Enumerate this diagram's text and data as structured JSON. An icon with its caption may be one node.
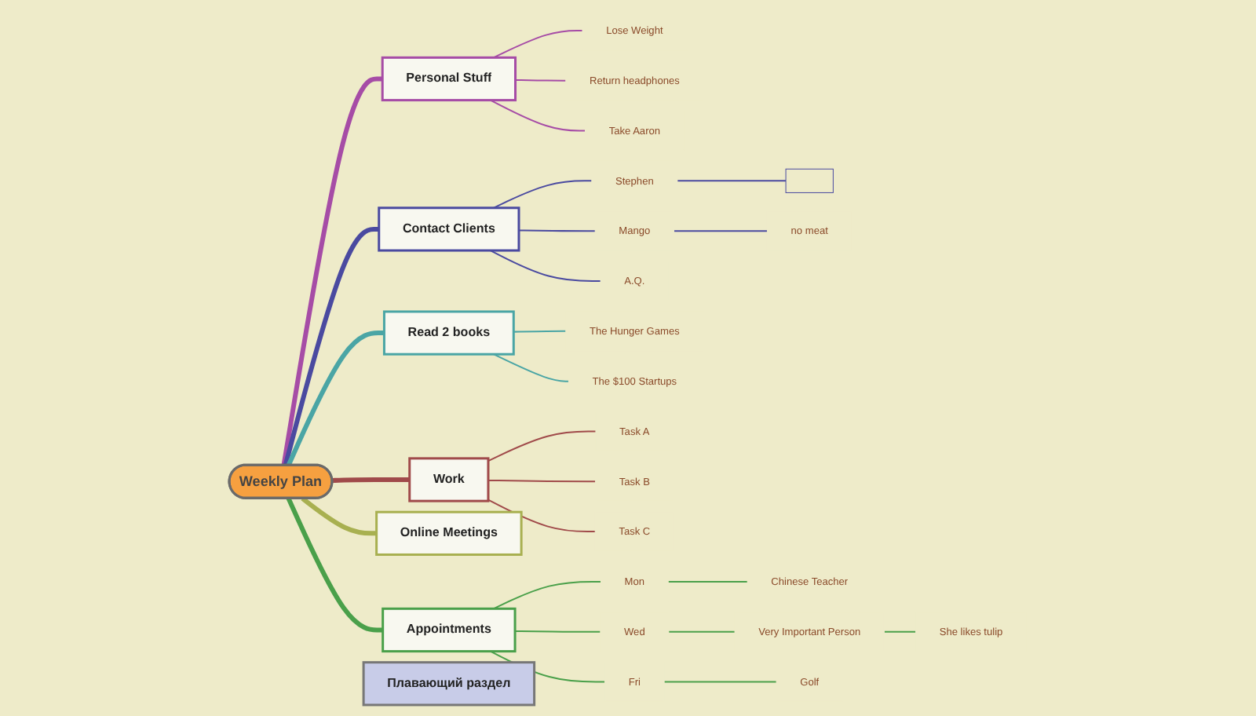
{
  "diagram": {
    "nodes": [
      {
        "text": [
          "Weekly Plan"
        ]
      },
      {
        "text": [
          "Personal Stuff"
        ]
      },
      {
        "text": [
          "Lose Weight"
        ]
      },
      {
        "text": [
          "Return headphones"
        ]
      },
      {
        "text": [
          "Take Aaron"
        ]
      },
      {
        "text": [
          "Contact Clients"
        ]
      },
      {
        "text": [
          "Stephen"
        ]
      },
      {
        "text": [],
        "shape": "box"
      },
      {
        "text": [
          "Mango"
        ]
      },
      {
        "text": [
          "no meat"
        ]
      },
      {
        "text": [
          "A.Q."
        ]
      },
      {
        "text": [
          "Read 2 books"
        ]
      },
      {
        "text": [
          "The Hunger Games"
        ]
      },
      {
        "text": [
          "The $100 Startups"
        ]
      },
      {
        "text": [
          "Плавающий раздел"
        ]
      },
      {
        "text": [
          "Work"
        ]
      },
      {
        "text": [
          "Task A"
        ]
      },
      {
        "text": [
          "Task B"
        ]
      },
      {
        "text": [
          "Task C"
        ]
      },
      {
        "text": [
          "Online Meetings"
        ]
      },
      {
        "text": [
          "Appointments"
        ]
      },
      {
        "text": [
          "Mon"
        ]
      },
      {
        "text": [
          "Chinese Teacher"
        ]
      },
      {
        "text": [
          "Wed"
        ]
      },
      {
        "text": [
          "Very Important Person"
        ]
      },
      {
        "text": [
          "She likes tulip"
        ]
      },
      {
        "text": [
          "Fri"
        ]
      },
      {
        "text": [
          "Golf"
        ]
      }
    ],
    "edges": [
      {
        "from": 0,
        "to": 1,
        "arrow": "none",
        "style": "thick",
        "color": "#a64ca6"
      },
      {
        "from": 1,
        "to": 2,
        "arrow": "none",
        "color": "#a64ca6"
      },
      {
        "from": 1,
        "to": 3,
        "arrow": "none",
        "color": "#a64ca6"
      },
      {
        "from": 1,
        "to": 4,
        "arrow": "none",
        "color": "#a64ca6"
      },
      {
        "from": 0,
        "to": 5,
        "arrow": "none",
        "style": "thick",
        "color": "#4a4aa0"
      },
      {
        "from": 5,
        "to": 6,
        "arrow": "none",
        "color": "#4a4aa0"
      },
      {
        "from": 6,
        "to": 7,
        "arrow": "none",
        "color": "#4a4aa0"
      },
      {
        "from": 5,
        "to": 8,
        "arrow": "none",
        "color": "#4a4aa0"
      },
      {
        "from": 8,
        "to": 9,
        "arrow": "none",
        "color": "#4a4aa0"
      },
      {
        "from": 5,
        "to": 10,
        "arrow": "none",
        "color": "#4a4aa0"
      },
      {
        "from": 0,
        "to": 11,
        "arrow": "none",
        "style": "thick",
        "color": "#4aa5a5"
      },
      {
        "from": 11,
        "to": 12,
        "arrow": "none",
        "color": "#4aa5a5"
      },
      {
        "from": 11,
        "to": 13,
        "arrow": "none",
        "color": "#4aa5a5"
      },
      {
        "from": 0,
        "to": 15,
        "arrow": "none",
        "style": "thick",
        "color": "#a04a4a"
      },
      {
        "from": 15,
        "to": 16,
        "arrow": "none",
        "color": "#a04a4a"
      },
      {
        "from": 15,
        "to": 17,
        "arrow": "none",
        "color": "#a04a4a"
      },
      {
        "from": 15,
        "to": 18,
        "arrow": "none",
        "color": "#a04a4a"
      },
      {
        "from": 0,
        "to": 19,
        "arrow": "none",
        "style": "thick",
        "color": "#a8b050"
      },
      {
        "from": 0,
        "to": 20,
        "arrow": "none",
        "style": "thick",
        "color": "#4aa04a"
      },
      {
        "from": 20,
        "to": 21,
        "arrow": "none",
        "color": "#4aa04a"
      },
      {
        "from": 21,
        "to": 22,
        "arrow": "none",
        "color": "#4aa04a"
      },
      {
        "from": 20,
        "to": 23,
        "arrow": "none",
        "color": "#4aa04a"
      },
      {
        "from": 23,
        "to": 24,
        "arrow": "none",
        "color": "#4aa04a"
      },
      {
        "from": 24,
        "to": 25,
        "arrow": "none",
        "color": "#4aa04a"
      },
      {
        "from": 20,
        "to": 26,
        "arrow": "none",
        "color": "#4aa04a"
      },
      {
        "from": 26,
        "to": 27,
        "arrow": "none",
        "color": "#4aa04a"
      }
    ]
  }
}
